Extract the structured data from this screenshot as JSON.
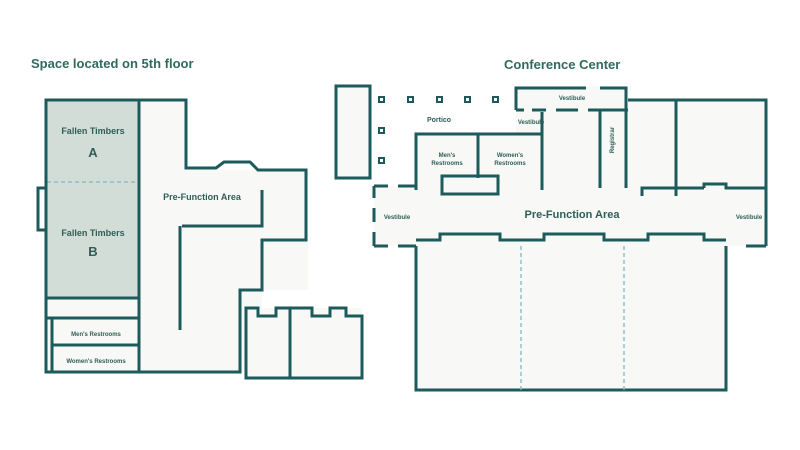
{
  "left_heading": "Space located on 5th floor",
  "right_heading": "Conference Center",
  "rooms": {
    "fallen_timbers_a": "Fallen Timbers",
    "fallen_timbers_a_letter": "A",
    "fallen_timbers_b": "Fallen Timbers",
    "fallen_timbers_b_letter": "B",
    "left_prefunction": "Pre-Function Area",
    "left_mens": "Men's Restrooms",
    "left_womens": "Women's Restrooms",
    "portico": "Portico",
    "vestibule_top": "Vestibule",
    "vestibule_portico": "Vestibule",
    "cc_mens_1": "Men's",
    "cc_mens_2": "Restrooms",
    "cc_womens_1": "Women's",
    "cc_womens_2": "Restrooms",
    "registrar": "Registrar",
    "cc_prefunction": "Pre-Function Area",
    "vestibule_left": "Vestibule",
    "vestibule_right": "Vestibule"
  },
  "colors": {
    "wall": "#1d5a5c",
    "highlight": "#d1ddd6",
    "heading": "#2f6b5c"
  }
}
